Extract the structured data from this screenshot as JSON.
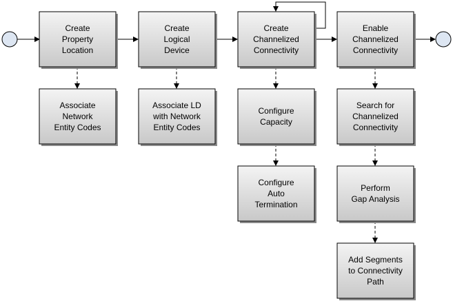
{
  "boxes": {
    "create_property_location": [
      "Create",
      "Property",
      "Location"
    ],
    "create_logical_device": [
      "Create",
      "Logical",
      "Device"
    ],
    "create_channelized_connectivity": [
      "Create",
      "Channelized",
      "Connectivity"
    ],
    "enable_channelized_connectivity": [
      "Enable",
      "Channelized",
      "Connectivity"
    ],
    "associate_network_entity_codes": [
      "Associate",
      "Network",
      "Entity Codes"
    ],
    "associate_ld_network_entity_codes": [
      "Associate LD",
      "with Network",
      "Entity Codes"
    ],
    "configure_capacity": [
      "Configure",
      "Capacity"
    ],
    "configure_auto_termination": [
      "Configure",
      "Auto",
      "Termination"
    ],
    "search_channelized_connectivity": [
      "Search for",
      "Channelized",
      "Connectivity"
    ],
    "perform_gap_analysis": [
      "Perform",
      "Gap Analysis"
    ],
    "add_segments_connectivity_path": [
      "Add Segments",
      "to Connectivity",
      "Path"
    ]
  },
  "colors": {
    "box_fill_top": "#f2f2f2",
    "box_fill_bottom": "#c8c8c8",
    "event_fill": "#dde6f2"
  }
}
